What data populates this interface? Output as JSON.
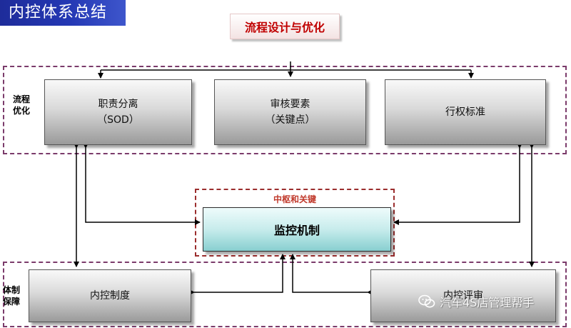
{
  "title": "内控体系总结",
  "top_label": "流程设计与优化",
  "groups": {
    "process": {
      "label_line1": "流程",
      "label_line2": "优化"
    },
    "system": {
      "label_line1": "体制",
      "label_line2": "保障"
    },
    "core": {
      "title": "中枢和关键"
    }
  },
  "boxes": {
    "sod": {
      "line1": "职责分离",
      "line2": "（SOD）"
    },
    "audit": {
      "line1": "审核要素",
      "line2": "（关键点）"
    },
    "authority": {
      "line1": "行权标准"
    },
    "monitor": {
      "line1": "监控机制"
    },
    "policy": {
      "line1": "内控制度"
    },
    "review": {
      "line1": "内控评审"
    }
  },
  "watermark": {
    "text": "汽车4S店管理帮手",
    "icon": "wechat-icon"
  },
  "colors": {
    "banner": "#2438b4",
    "top_label_text": "#c00000",
    "group_border": "#7b3b6b",
    "core_border": "#9b2d2d",
    "core_title": "#c0392b",
    "monitor_fill": "#c7ecec"
  }
}
